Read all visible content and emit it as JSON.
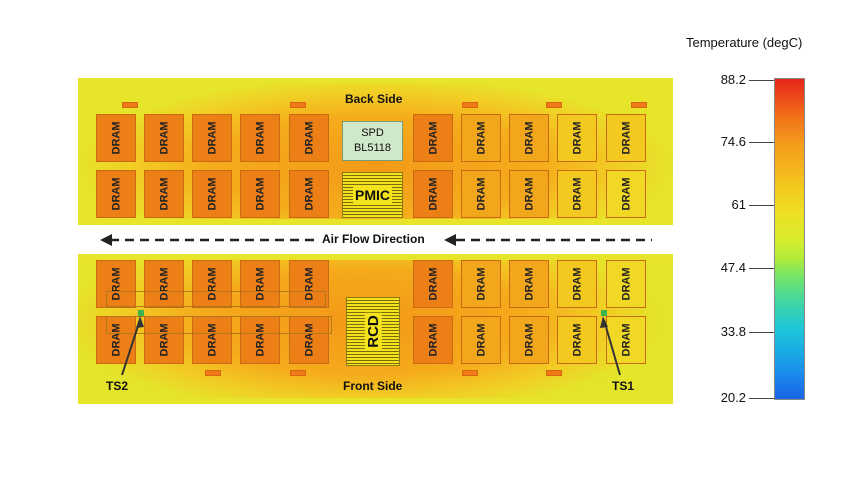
{
  "diagram": {
    "back_side_label": "Back Side",
    "front_side_label": "Front Side",
    "airflow_label": "Air Flow Direction",
    "chip_label": "DRAM",
    "spd_line1": "SPD",
    "spd_line2": "BL5118",
    "pmic_label": "PMIC",
    "rcd_label": "RCD",
    "ts2_label": "TS2",
    "ts1_label": "TS1"
  },
  "colorbar": {
    "title": "Temperature (degC)",
    "ticks": [
      "88.2",
      "74.6",
      "61",
      "47.4",
      "33.8",
      "20.2"
    ],
    "max": 88.2,
    "min": 20.2
  }
}
